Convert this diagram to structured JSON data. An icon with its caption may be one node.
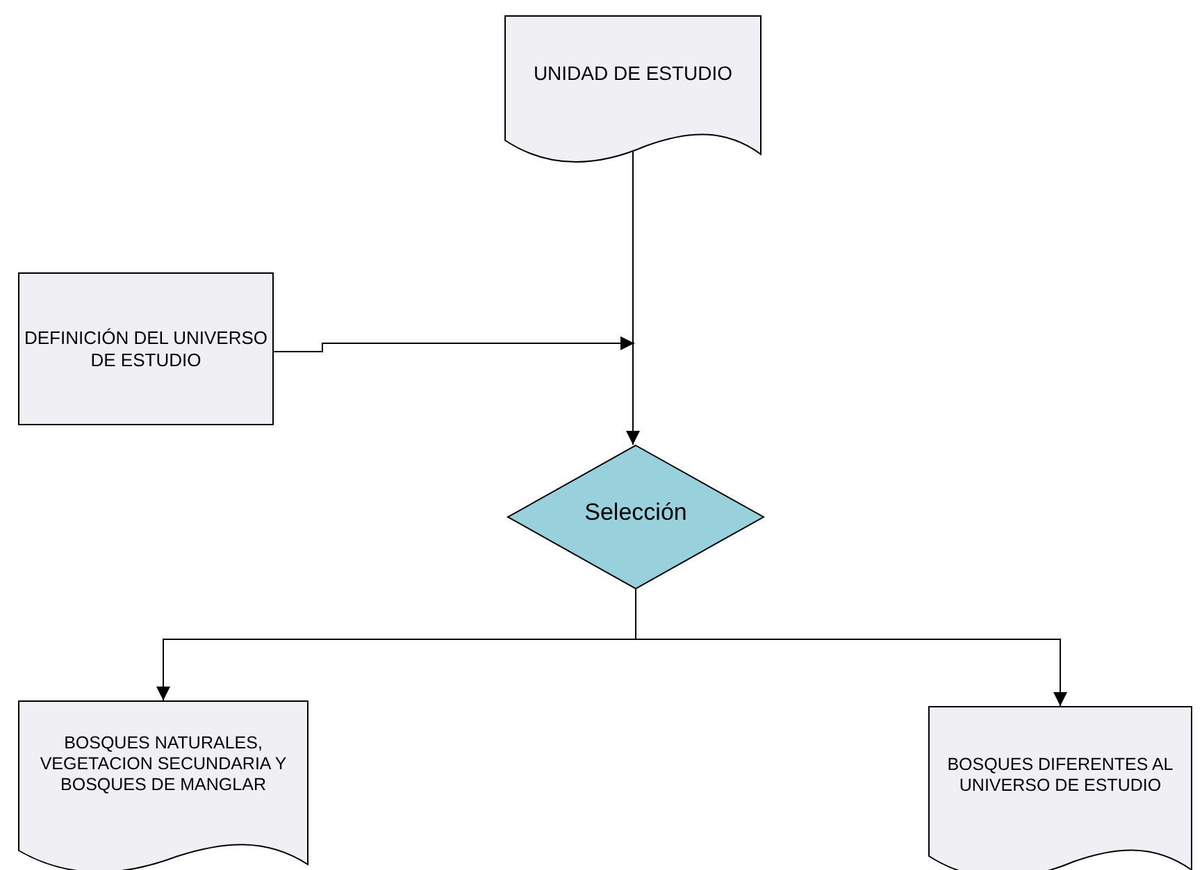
{
  "diagram": {
    "nodes": [
      {
        "text": [
          "UNIDAD DE ESTUDIO"
        ]
      },
      {
        "text": [
          "DEFINICIÓN DEL UNIVERSO DE ESTUDIO"
        ]
      },
      {
        "text": [
          "Selección"
        ]
      },
      {
        "text": [
          "BOSQUES NATURALES, VEGETACION SECUNDARIA Y BOSQUES DE MANGLAR"
        ]
      },
      {
        "text": [
          "BOSQUES DIFERENTES AL UNIVERSO DE ESTUDIO"
        ]
      }
    ],
    "edges": [
      {
        "from": 0,
        "to": 2,
        "arrow": "to"
      },
      {
        "from": 1,
        "to": 2,
        "arrow": "to"
      },
      {
        "from": 2,
        "to": 3,
        "arrow": "to"
      },
      {
        "from": 2,
        "to": 4,
        "arrow": "to"
      }
    ]
  }
}
